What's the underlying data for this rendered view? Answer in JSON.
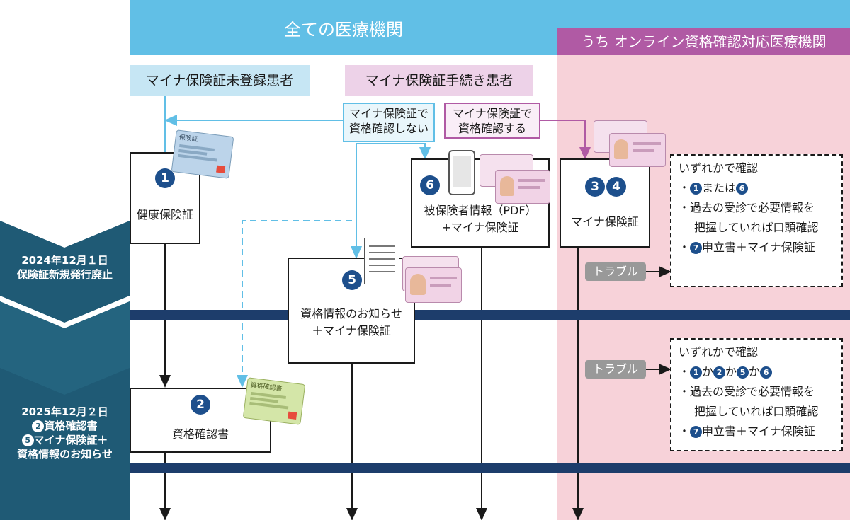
{
  "header": {
    "all_institutions": "全ての医療機関",
    "online_institutions": "うち オンライン資格確認対応医療機関"
  },
  "patients": {
    "unregistered": "マイナ保険証未登録患者",
    "procedure": "マイナ保険証手続き患者"
  },
  "conditions": {
    "no_verify": [
      "マイナ保険証で",
      "資格確認しない"
    ],
    "verify": [
      "マイナ保険証で",
      "資格確認する"
    ]
  },
  "boxes": {
    "b1": {
      "num": "1",
      "label": "健康保険証"
    },
    "b2": {
      "num": "2",
      "label": "資格確認書"
    },
    "b5": {
      "num": "5",
      "label_line1": "資格情報のお知らせ",
      "label_line2": "＋マイナ保険証"
    },
    "b6": {
      "num": "6",
      "label_line1": "被保険者情報（PDF）",
      "label_line2": "+マイナ保険証"
    },
    "b34": {
      "num_a": "3",
      "num_b": "4",
      "label": "マイナ保険証"
    }
  },
  "card_labels": {
    "insurance_card": "保険証",
    "qualification_certificate": "資格確認書"
  },
  "trouble": "トラブル",
  "notes_upper": {
    "title": "いずれかで確認",
    "line1_num_a": "1",
    "line1_mid": "または",
    "line1_num_b": "6",
    "line2": "・過去の受診で必要情報を",
    "line3": "把握していれば口頭確認",
    "line4_num": "7",
    "line4_text": "申立書＋マイナ保険証"
  },
  "notes_lower": {
    "title": "いずれかで確認",
    "n1": "1",
    "n2": "2",
    "n3": "5",
    "n4": "6",
    "ka": "か",
    "line2": "・過去の受診で必要情報を",
    "line3": "把握していれば口頭確認",
    "line4_num": "7",
    "line4_text": "申立書＋マイナ保険証"
  },
  "timeline": {
    "t1_line1": "2024年12月１日",
    "t1_line2": "保険証新規発行廃止",
    "t2_line1": "2025年12月２日",
    "t2_num2": "2",
    "t2_line2": "資格確認書",
    "t2_num5": "5",
    "t2_line3": "マイナ保険証＋",
    "t2_line4": "資格情報のお知らせ"
  },
  "colors": {
    "header_blue": "#61bfe6",
    "online_purple": "#b05aa4",
    "online_bg": "#f7d2d9",
    "navy": "#1d4f8c",
    "band": "#1d3d6b",
    "sidebar": "#1f5a75"
  }
}
